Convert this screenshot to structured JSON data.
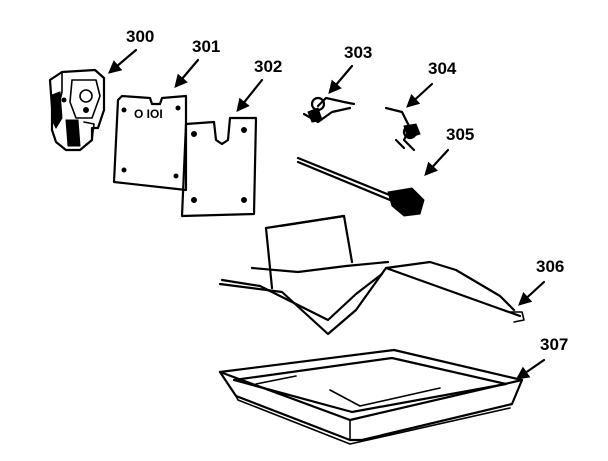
{
  "diagram": {
    "parts": [
      {
        "id": "300",
        "label": "300"
      },
      {
        "id": "301",
        "label": "301"
      },
      {
        "id": "302",
        "label": "302"
      },
      {
        "id": "303",
        "label": "303"
      },
      {
        "id": "304",
        "label": "304"
      },
      {
        "id": "305",
        "label": "305"
      },
      {
        "id": "306",
        "label": "306"
      },
      {
        "id": "307",
        "label": "307"
      }
    ],
    "plate_marking": "O IOI",
    "ink_color": "#000000",
    "background_color": "#ffffff"
  }
}
